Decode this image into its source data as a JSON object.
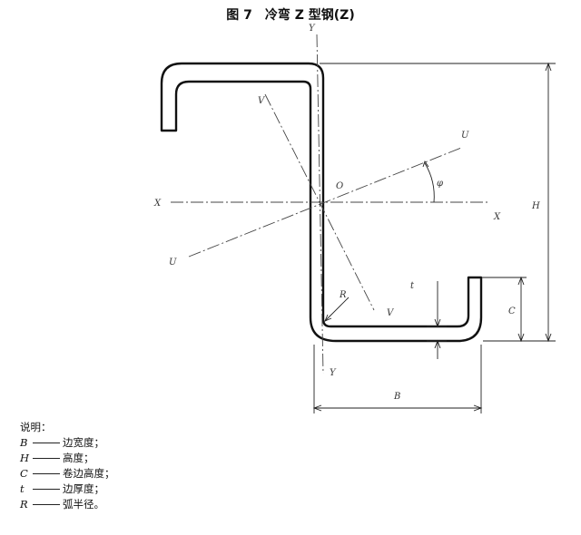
{
  "title": "图 7　冷弯 Z 型钢(Z)",
  "labels": {
    "Y_top": "Y",
    "Y_bottom": "Y",
    "X_left": "X",
    "X_right": "X",
    "U_top": "U",
    "U_bottom": "U",
    "V_top": "V",
    "V_bottom": "V",
    "O": "O",
    "phi": "φ",
    "H": "H",
    "B": "B",
    "C": "C",
    "t": "t",
    "R": "R"
  },
  "legend": {
    "heading": "说明：",
    "items": [
      {
        "sym": "B",
        "text": "边宽度；"
      },
      {
        "sym": "H",
        "text": "高度；"
      },
      {
        "sym": "C",
        "text": "卷边高度；"
      },
      {
        "sym": "t",
        "text": "边厚度；"
      },
      {
        "sym": "R",
        "text": "弧半径。"
      }
    ]
  }
}
